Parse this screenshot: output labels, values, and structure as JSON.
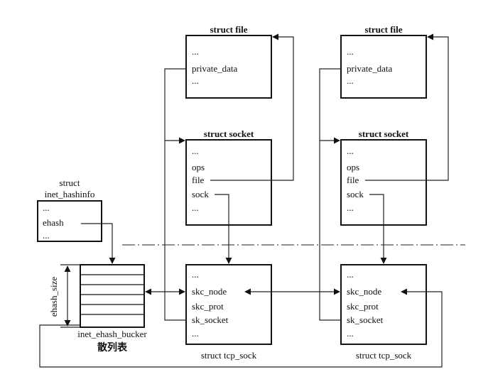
{
  "colors": {
    "line": "#222222",
    "box_fill": "#ffffff",
    "background": "#ffffff"
  },
  "hashinfo": {
    "title_line1": "struct",
    "title_line2": "inet_hashinfo",
    "rows": [
      "...",
      "ehash",
      "..."
    ]
  },
  "bucket": {
    "label": "inet_ehash_bucker",
    "caption": "散列表",
    "size_label": "ehash_size"
  },
  "file_left": {
    "title": "struct file",
    "rows": [
      "...",
      "private_data",
      "..."
    ]
  },
  "file_right": {
    "title": "struct file",
    "rows": [
      "...",
      "private_data",
      "..."
    ]
  },
  "socket_left": {
    "title": "struct socket",
    "rows": [
      "...",
      "ops",
      "file",
      "sock",
      "..."
    ]
  },
  "socket_right": {
    "title": "struct socket",
    "rows": [
      "...",
      "ops",
      "file",
      "sock",
      "..."
    ]
  },
  "tcp_left": {
    "title": "struct tcp_sock",
    "rows": [
      "...",
      "skc_node",
      "skc_prot",
      "sk_socket",
      "..."
    ]
  },
  "tcp_right": {
    "title": "struct tcp_sock",
    "rows": [
      "...",
      "skc_node",
      "skc_prot",
      "sk_socket",
      "..."
    ]
  }
}
